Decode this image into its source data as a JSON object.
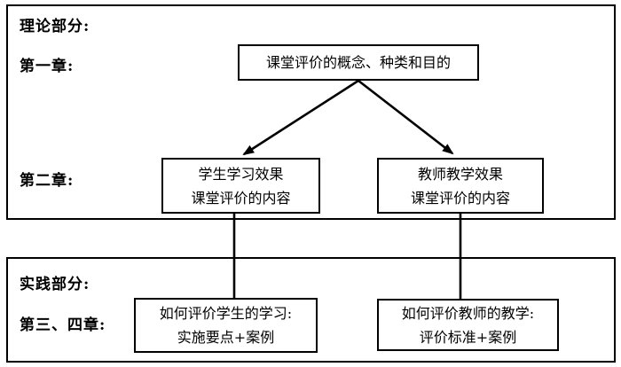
{
  "sections": {
    "theory": {
      "label": "理论部分:",
      "chapter1_label": "第一章:",
      "chapter2_label": "第二章:"
    },
    "practice": {
      "label": "实践部分:",
      "chapter34_label": "第三、四章:"
    }
  },
  "boxes": {
    "concept": {
      "line1": "课堂评价的概念、种类和目的"
    },
    "student_effect": {
      "line1": "学生学习效果",
      "line2": "课堂评价的内容"
    },
    "teacher_effect": {
      "line1": "教师教学效果",
      "line2": "课堂评价的内容"
    },
    "student_how": {
      "line1": "如何评价学生的学习:",
      "line2": "实施要点+案例"
    },
    "teacher_how": {
      "line1": "如何评价教师的教学:",
      "line2": "评价标准+案例"
    }
  },
  "connectors": {
    "arrow_left": "concept-to-student-effect",
    "arrow_right": "concept-to-teacher-effect",
    "line_left": "student-effect-to-student-how",
    "line_right": "teacher-effect-to-teacher-how"
  },
  "colors": {
    "line": "#000000",
    "text": "#000000",
    "background": "#ffffff"
  }
}
